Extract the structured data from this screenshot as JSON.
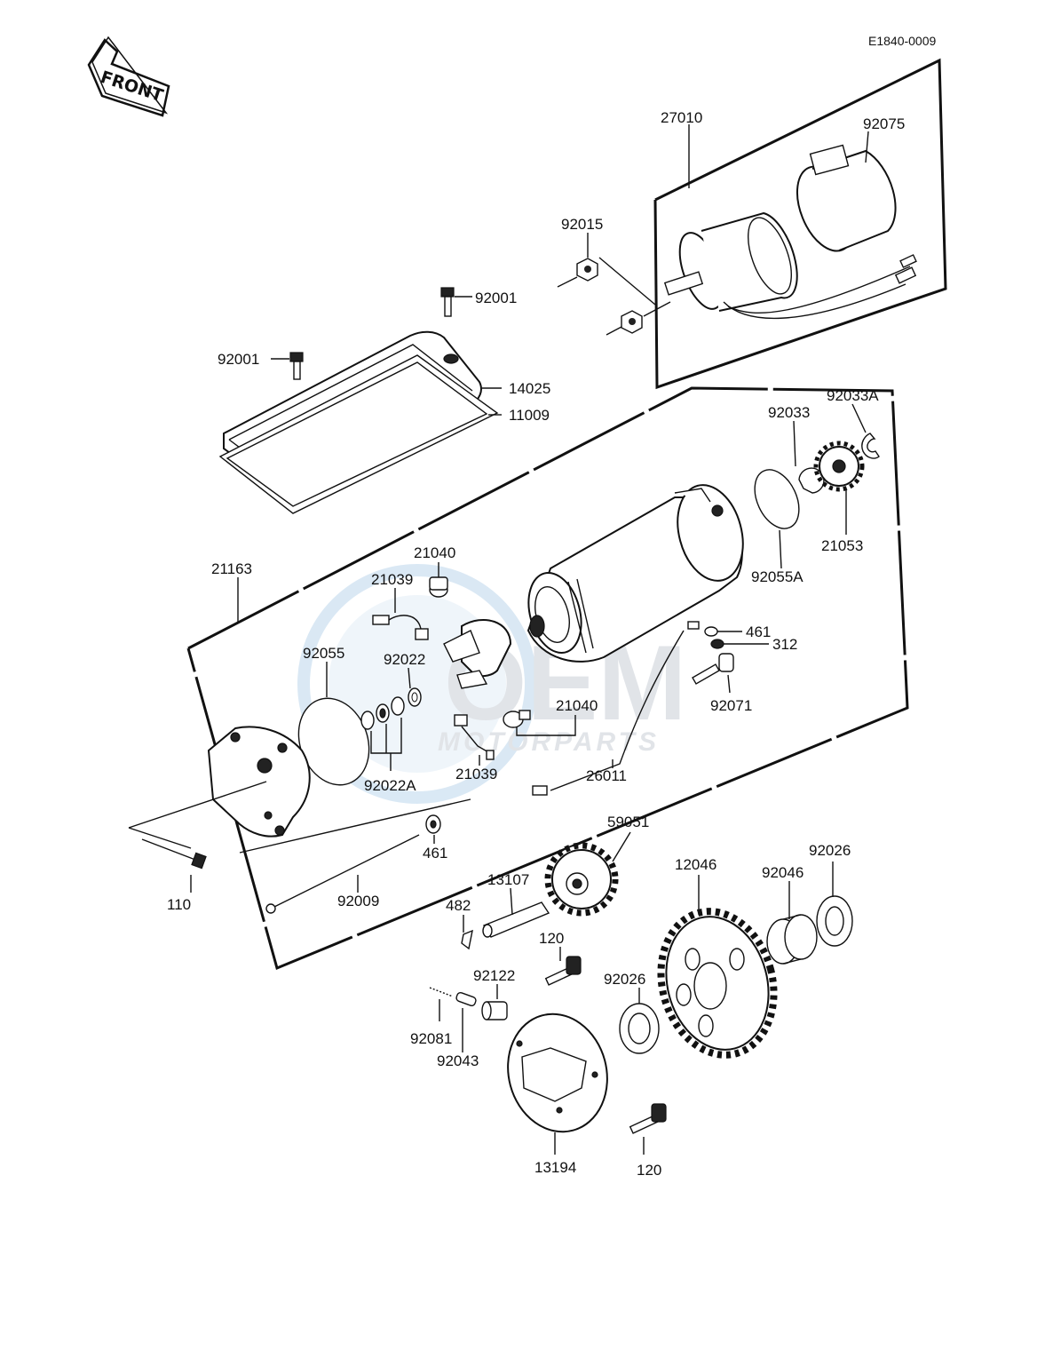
{
  "diagram_code": "E1840-0009",
  "front_label": "FRONT",
  "watermark": {
    "brand": "OEM",
    "subtitle": "MOTORPARTS"
  },
  "labels": {
    "p27010": "27010",
    "p92075": "92075",
    "p92015": "92015",
    "p92001_a": "92001",
    "p92001_b": "92001",
    "p14025": "14025",
    "p11009": "11009",
    "p92033": "92033",
    "p92033A": "92033A",
    "p21053": "21053",
    "p92055A": "92055A",
    "p21163": "21163",
    "p21040_a": "21040",
    "p21039_a": "21039",
    "p92055": "92055",
    "p92022": "92022",
    "p461_a": "461",
    "p312": "312",
    "p92071": "92071",
    "p21040_b": "21040",
    "p21039_b": "21039",
    "p26011": "26011",
    "p92022A": "92022A",
    "p461_b": "461",
    "p110": "110",
    "p92009": "92009",
    "p59051": "59051",
    "p13107": "13107",
    "p482": "482",
    "p12046": "12046",
    "p92046": "92046",
    "p92026_a": "92026",
    "p120_a": "120",
    "p92122": "92122",
    "p92026_b": "92026",
    "p92081": "92081",
    "p92043": "92043",
    "p13194": "13194",
    "p120_b": "120"
  }
}
